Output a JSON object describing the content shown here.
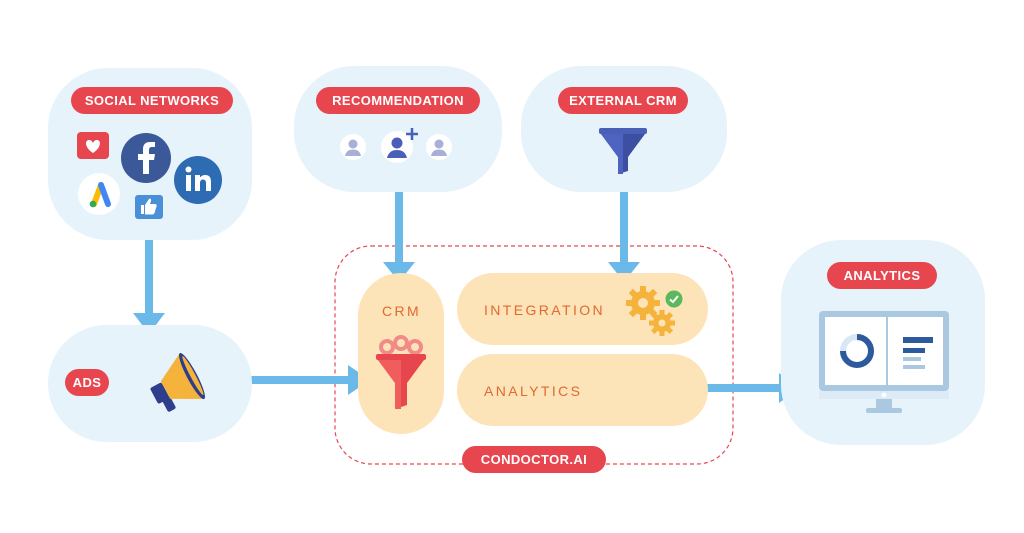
{
  "nodes": {
    "social_networks": "SOCIAL NETWORKS",
    "recommendation": "RECOMMENDATION",
    "external_crm": "EXTERNAL CRM",
    "ads": "ADS",
    "analytics_output": "ANALYTICS",
    "crm": "CRM",
    "integration": "INTEGRATION",
    "analytics_module": "ANALYTICS",
    "platform": "CONDOCTOR.AI"
  },
  "colors": {
    "node_background": "#e6f3fb",
    "label_pill": "#e8464f",
    "module_background": "#fde3b8",
    "module_text": "#e06a2f",
    "arrow": "#6ab9e8",
    "platform_border": "#e8464f"
  },
  "icons": {
    "social_networks": [
      "heart-icon",
      "facebook-icon",
      "linkedin-icon",
      "google-ads-icon",
      "thumbs-up-icon"
    ],
    "recommendation": [
      "user-icon",
      "add-user-icon",
      "user-icon"
    ],
    "external_crm": [
      "funnel-icon"
    ],
    "ads": [
      "megaphone-icon"
    ],
    "crm": [
      "funnel-icon"
    ],
    "integration": [
      "gears-icon",
      "check-icon"
    ],
    "analytics_output": [
      "monitor-dashboard-icon"
    ]
  }
}
